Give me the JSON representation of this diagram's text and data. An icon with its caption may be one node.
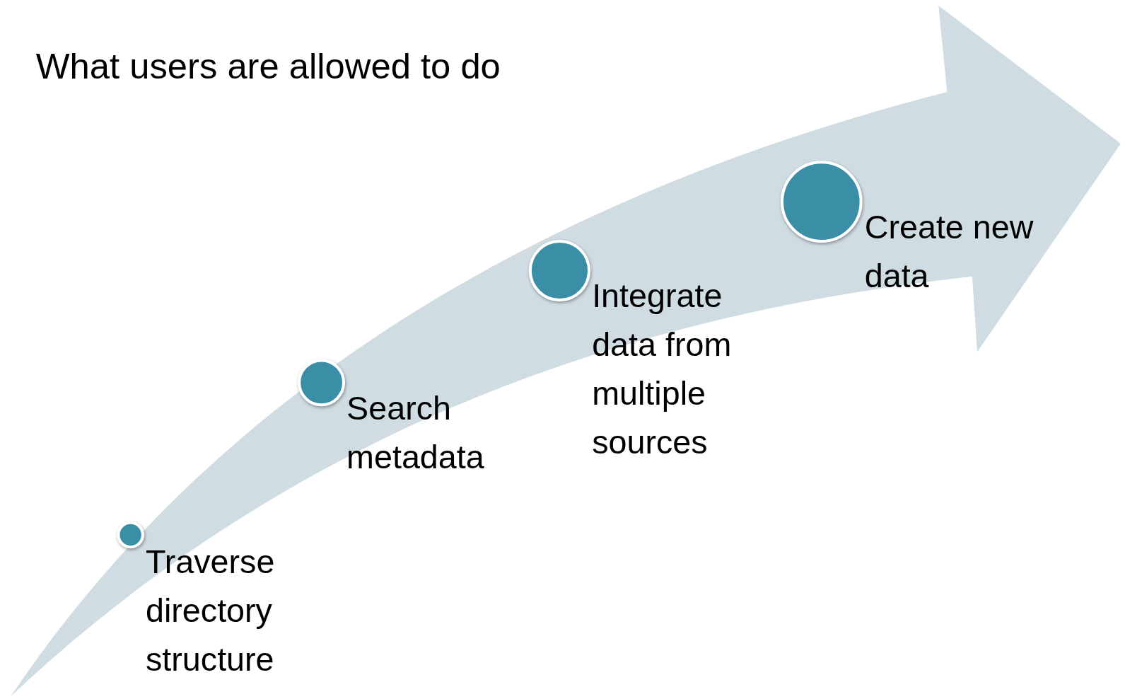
{
  "diagram": {
    "title": "What users are allowed to do",
    "nodes": [
      {
        "text": [],
        "shape": "circle",
        "beside": [
          "Traverse directory structure"
        ]
      },
      {
        "text": [],
        "shape": "circle",
        "beside": [
          "Search metadata"
        ]
      },
      {
        "text": [],
        "shape": "circle",
        "beside": [
          "Integrate data from multiple sources"
        ]
      },
      {
        "text": [],
        "shape": "circle",
        "beside": [
          "Create new data"
        ]
      }
    ],
    "edges": []
  }
}
